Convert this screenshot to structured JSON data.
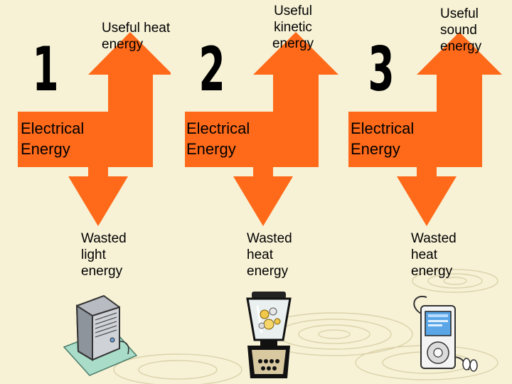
{
  "panels": [
    {
      "number": "1",
      "input": [
        "Electrical",
        "Energy"
      ],
      "useful": [
        "Useful heat",
        "energy"
      ],
      "wasted": [
        "Wasted",
        "light",
        "energy"
      ],
      "appliance_icon": "heater-icon"
    },
    {
      "number": "2",
      "input": [
        "Electrical",
        "Energy"
      ],
      "useful": [
        "Useful",
        "kinetic",
        "energy"
      ],
      "wasted": [
        "Wasted",
        "heat",
        "energy"
      ],
      "appliance_icon": "blender-icon"
    },
    {
      "number": "3",
      "input": [
        "Electrical",
        "Energy"
      ],
      "useful": [
        "Useful",
        "sound",
        "energy"
      ],
      "wasted": [
        "Wasted",
        "heat",
        "energy"
      ],
      "appliance_icon": "music-player-icon"
    }
  ],
  "colors": {
    "background": "#f7f2d6",
    "arrow": "#ff6a1a",
    "text": "#000000"
  }
}
